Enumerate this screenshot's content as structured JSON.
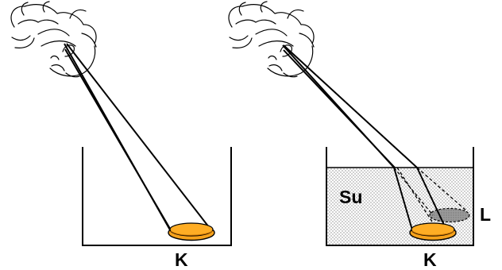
{
  "labels": {
    "left_coin": "K",
    "right_coin": "K",
    "water": "Su",
    "image": "L"
  },
  "colors": {
    "line": "#000000",
    "coin_fill": "#f7a21b",
    "coin_edge": "#c46f00",
    "water_dots": "#8b8b8b",
    "image_fill": "#9a9a9a"
  },
  "icons": {
    "observer": "face-icon",
    "coin": "coin-icon",
    "image": "apparent-coin-icon"
  }
}
